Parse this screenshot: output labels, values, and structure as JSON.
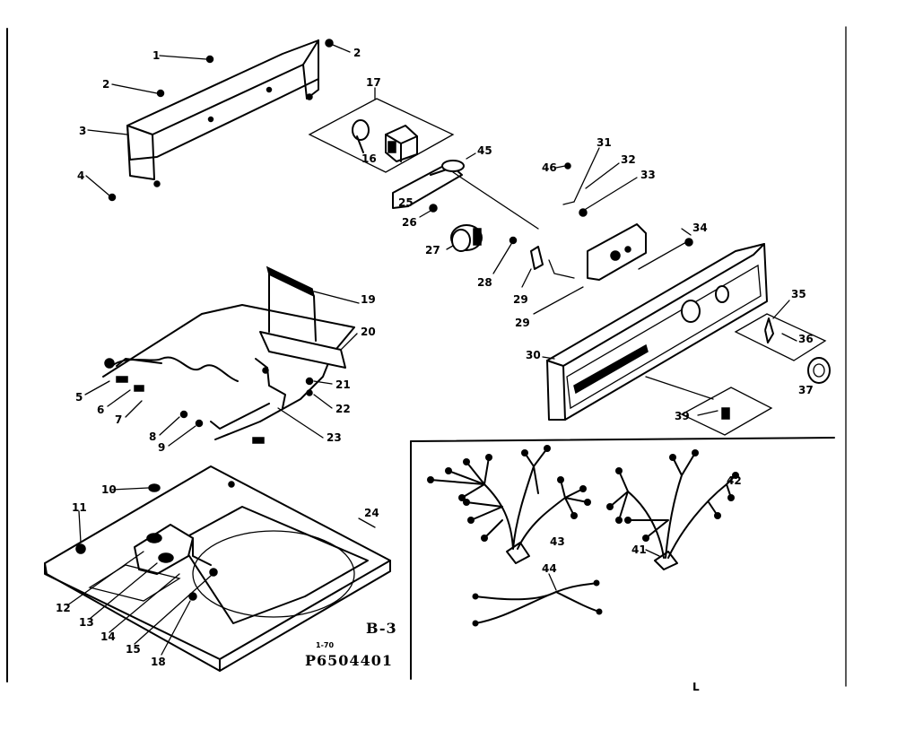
{
  "diagram": {
    "page_code": "B-3",
    "small_note": "1-70",
    "part_number": "P6504401",
    "corner_mark": "L",
    "callouts": [
      "1",
      "2",
      "2",
      "3",
      "4",
      "17",
      "16",
      "45",
      "25",
      "26",
      "27",
      "28",
      "29",
      "29",
      "31",
      "32",
      "33",
      "46",
      "34",
      "30",
      "35",
      "36",
      "37",
      "39",
      "19",
      "20",
      "21",
      "22",
      "23",
      "5",
      "6",
      "7",
      "8",
      "9",
      "10",
      "11",
      "24",
      "12",
      "13",
      "14",
      "15",
      "18",
      "43",
      "42",
      "41",
      "44"
    ]
  }
}
